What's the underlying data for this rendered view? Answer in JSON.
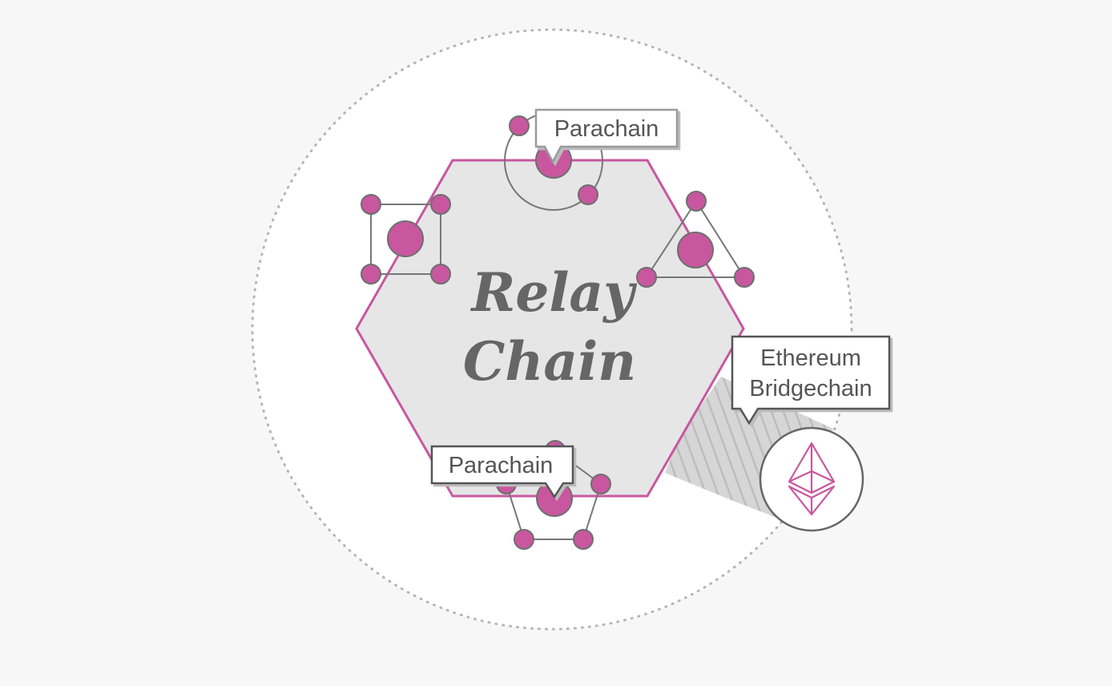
{
  "relay_chain": {
    "line1": "Relay",
    "line2": "Chain"
  },
  "callouts": {
    "parachain_top": "Parachain",
    "parachain_bottom": "Parachain",
    "bridgechain_line1": "Ethereum",
    "bridgechain_line2": "Bridgechain"
  },
  "icons": {
    "bridge_logo": "ethereum-icon"
  },
  "colors": {
    "background": "#f7f7f7",
    "network_circle": "#ffffff",
    "relay_chain_fill": "#e6e6e6",
    "accent_magenta": "#c8579f",
    "outline_gray": "#6f6f6f",
    "text_gray": "#555555",
    "bridge_hatch": "#d0d0d0"
  }
}
